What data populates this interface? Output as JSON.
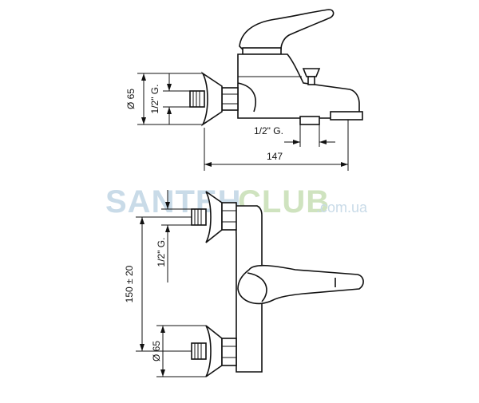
{
  "watermark": {
    "part1": "SANTEH",
    "part2": "CLUB",
    "domain": ".com.ua"
  },
  "top_view": {
    "diameter_label": "Ø 65",
    "inlet_thread_label": "1/2\" G.",
    "outlet_thread_label": "1/2\" G.",
    "width_label": "147"
  },
  "front_view": {
    "thread_label": "1/2\" G.",
    "spacing_label": "150 ± 20",
    "diameter_label": "Ø 65"
  }
}
